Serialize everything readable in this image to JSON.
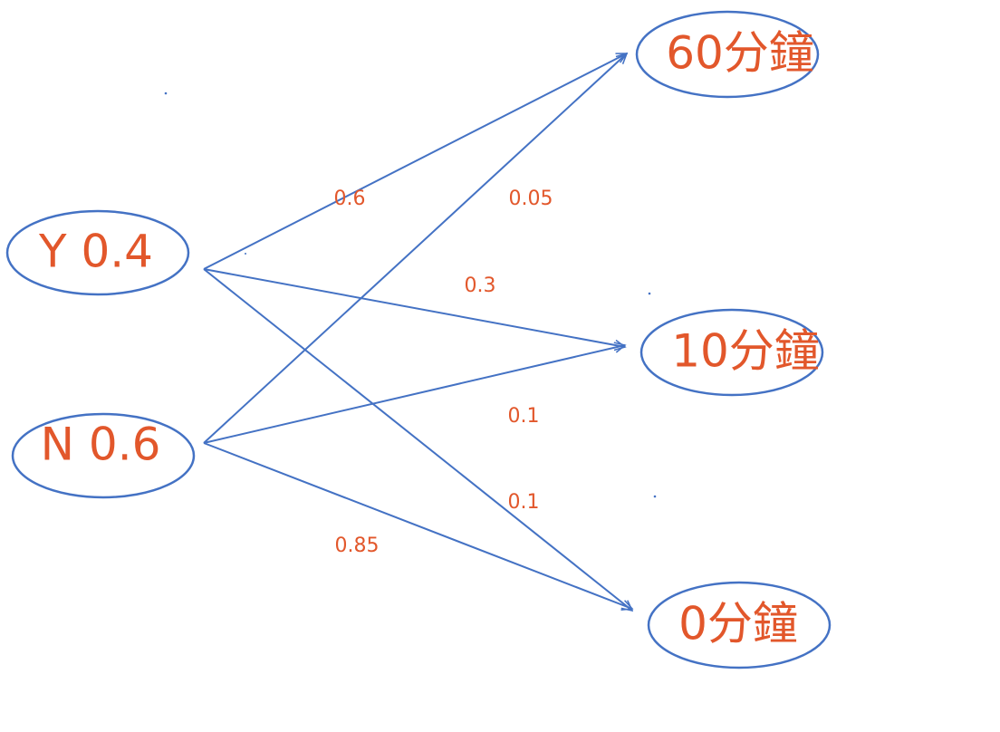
{
  "diagram": {
    "nodes": {
      "y": {
        "label": "Y 0.4"
      },
      "n": {
        "label": "N 0.6"
      },
      "m60": {
        "label": "60分鐘"
      },
      "m10": {
        "label": "10分鐘"
      },
      "m0": {
        "label": "0分鐘"
      }
    },
    "edges": {
      "y_60": {
        "from": "y",
        "to": "m60",
        "label": "0.6"
      },
      "y_10": {
        "from": "y",
        "to": "m10",
        "label": "0.3"
      },
      "y_0": {
        "from": "y",
        "to": "m0",
        "label": "0.1"
      },
      "n_60": {
        "from": "n",
        "to": "m60",
        "label": "0.05"
      },
      "n_10": {
        "from": "n",
        "to": "m10",
        "label": "0.1"
      },
      "n_0": {
        "from": "n",
        "to": "m0",
        "label": "0.85"
      }
    },
    "colors": {
      "stroke": "#4472c4",
      "text": "#e2572b",
      "background": "#ffffff"
    }
  }
}
